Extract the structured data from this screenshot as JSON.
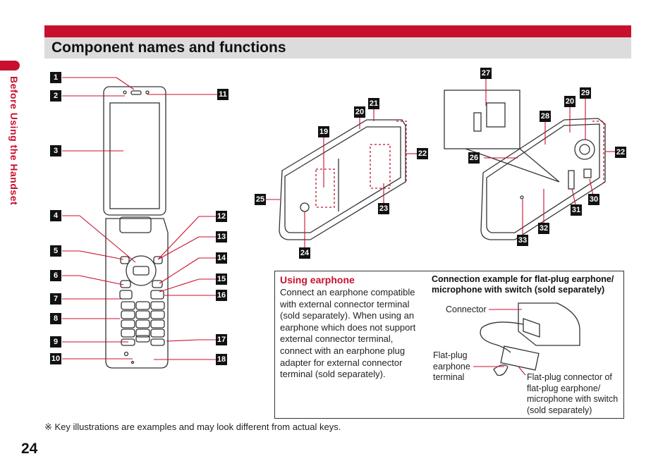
{
  "header": {
    "title": "Component names and functions"
  },
  "side_tab": {
    "label": "Before Using the Handset"
  },
  "page_number": "24",
  "footnote": "※ Key illustrations are examples and may look different from actual keys.",
  "callouts": {
    "n1": "1",
    "n2": "2",
    "n3": "3",
    "n4": "4",
    "n5": "5",
    "n6": "6",
    "n7": "7",
    "n8": "8",
    "n9": "9",
    "n10": "10",
    "n11": "11",
    "n12": "12",
    "n13": "13",
    "n14": "14",
    "n15": "15",
    "n16": "16",
    "n17": "17",
    "n18": "18",
    "n19": "19",
    "n20": "20",
    "n21": "21",
    "n22": "22",
    "n23": "23",
    "n24": "24",
    "n25": "25",
    "n26": "26",
    "n27": "27",
    "n28": "28",
    "n29": "29",
    "n30": "30",
    "n31": "31",
    "n32": "32",
    "n33": "33"
  },
  "earphone": {
    "title": "Using earphone",
    "body": "Connect an earphone compatible with external connector terminal (sold separately). When using an earphone which does not support external connector terminal, connect with an earphone plug adapter for external connector terminal (sold separately).",
    "connection_title": "Connection example for flat-plug earphone/ microphone with switch (sold separately)",
    "connector_label": "Connector",
    "terminal_label": "Flat-plug earphone terminal",
    "flatplug_label": "Flat-plug connector of flat-plug earphone/ microphone with switch (sold separately)"
  },
  "colors": {
    "accent": "#c8102e",
    "title_bg": "#dcdcdc"
  }
}
